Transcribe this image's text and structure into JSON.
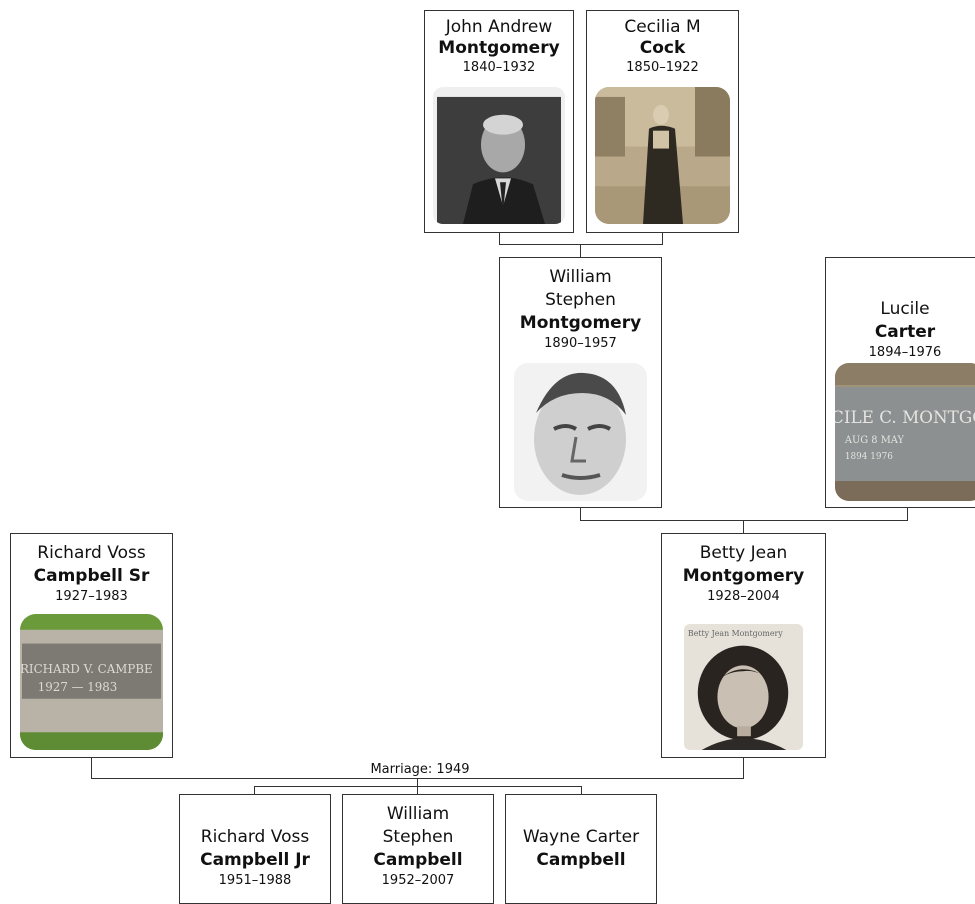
{
  "people": {
    "john": {
      "given": "John Andrew",
      "surname": "Montgomery",
      "dates": "1840–1932",
      "photo": "portrait-photo"
    },
    "cecilia": {
      "given": "Cecilia M",
      "surname": "Cock",
      "dates": "1850–1922",
      "photo": "portrait-photo"
    },
    "william_sr": {
      "given": "William Stephen",
      "surname": "Montgomery",
      "dates": "1890–1957",
      "photo": "portrait-photo"
    },
    "lucile": {
      "given": "Lucile",
      "surname": "Carter",
      "dates": "1894–1976",
      "photo": "grave-marker-photo",
      "photo_text": "CILE C. MONTGOM",
      "photo_subtext": "AUG 8    MAY",
      "photo_years": "1894    1976"
    },
    "richard_sr": {
      "given": "Richard Voss",
      "surname": "Campbell Sr",
      "dates": "1927–1983",
      "photo": "grave-marker-photo",
      "photo_text": "RICHARD V. CAMPBE",
      "photo_years": "1927 — 1983"
    },
    "betty": {
      "given": "Betty Jean",
      "surname": "Montgomery",
      "dates": "1928–2004",
      "photo": "portrait-photo",
      "photo_caption": "Betty Jean Montgomery"
    },
    "richard_jr": {
      "given": "Richard Voss",
      "surname": "Campbell Jr",
      "dates": "1951–1988"
    },
    "william_jr": {
      "given": "William Stephen",
      "surname": "Campbell",
      "dates": "1952–2007"
    },
    "wayne": {
      "given": "Wayne Carter",
      "surname": "Campbell",
      "dates": ""
    }
  },
  "marriage_label": "Marriage: 1949",
  "colors": {
    "border": "#333333",
    "sepia": "#b9a98a",
    "stone": "#8a8a80",
    "grass": "#6a9a3a"
  }
}
